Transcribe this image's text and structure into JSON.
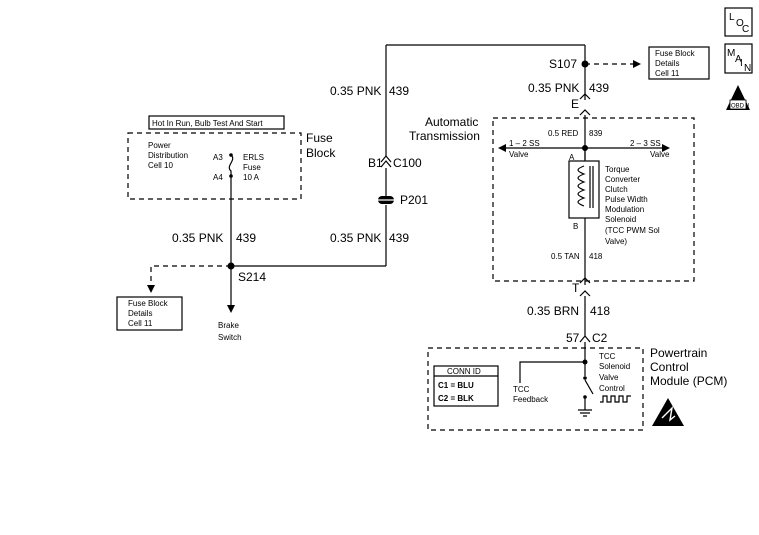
{
  "legend": {
    "loc": [
      "L",
      "O",
      "C"
    ],
    "main": [
      "M",
      "A",
      "I",
      "N"
    ],
    "obd": "OBD II"
  },
  "fuse_block": {
    "header": "Hot In Run, Bulb Test And Start",
    "title": [
      "Fuse",
      "Block"
    ],
    "pdc": [
      "Power",
      "Distribution",
      "Cell 10"
    ],
    "pin_a3": "A3",
    "pin_a4": "A4",
    "fuse": [
      "ERLS",
      "Fuse",
      "10 A"
    ]
  },
  "wires": {
    "top_left": {
      "gauge": "0.35 PNK",
      "circuit": "439"
    },
    "top_right": {
      "gauge": "0.35 PNK",
      "circuit": "439"
    },
    "fuse_out": {
      "gauge": "0.35 PNK",
      "circuit": "439"
    },
    "mid": {
      "gauge": "0.35 PNK",
      "circuit": "439"
    },
    "red": {
      "gauge": "0.5 RED",
      "circuit": "839"
    },
    "tan": {
      "gauge": "0.5 TAN",
      "circuit": "418"
    },
    "brn": {
      "gauge": "0.35 BRN",
      "circuit": "418"
    }
  },
  "splices": {
    "s107": "S107",
    "s214": "S214"
  },
  "connectors": {
    "c100_pin": "B1",
    "c100": "C100",
    "p201": "P201",
    "e": "E",
    "t": "T",
    "pin_a": "A",
    "pin_b": "B",
    "c2_pin": "57",
    "c2": "C2"
  },
  "fuse_details_right": [
    "Fuse Block",
    "Details",
    "Cell 11"
  ],
  "fuse_details_left": [
    "Fuse Block",
    "Details",
    "Cell 11"
  ],
  "brake": [
    "Brake",
    "Switch"
  ],
  "transmission": {
    "title": [
      "Automatic",
      "Transmission"
    ],
    "ss12": [
      "1 – 2 SS",
      "Valve"
    ],
    "ss23": [
      "2 – 3 SS",
      "Valve"
    ],
    "tcc": [
      "Torque",
      "Converter",
      "Clutch",
      "Pulse Width",
      "Modulation",
      "Solenoid",
      "(TCC PWM Sol",
      "Valve)"
    ]
  },
  "pcm": {
    "title": [
      "Powertrain",
      "Control",
      "Module (PCM)"
    ],
    "conn_header": "CONN ID",
    "c1": "C1  =  BLU",
    "c2": "C2  =  BLK",
    "feedback": [
      "TCC",
      "Feedback"
    ],
    "control": [
      "TCC",
      "Solenoid",
      "Valve",
      "Control"
    ]
  }
}
